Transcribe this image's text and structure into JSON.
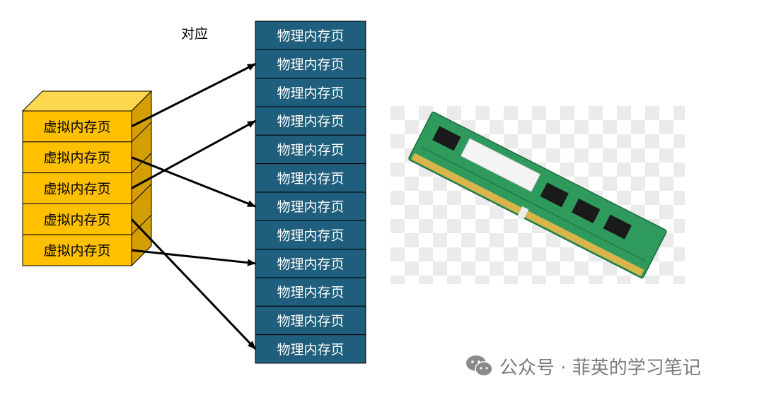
{
  "diagram": {
    "mapping_label": "对应",
    "virtual_pages": [
      "虚拟内存页",
      "虚拟内存页",
      "虚拟内存页",
      "虚拟内存页",
      "虚拟内存页"
    ],
    "physical_pages": [
      "物理内存页",
      "物理内存页",
      "物理内存页",
      "物理内存页",
      "物理内存页",
      "物理内存页",
      "物理内存页",
      "物理内存页",
      "物理内存页",
      "物理内存页",
      "物理内存页",
      "物理内存页"
    ],
    "mappings": [
      {
        "from": 0,
        "to": 1
      },
      {
        "from": 1,
        "to": 6
      },
      {
        "from": 2,
        "to": 3
      },
      {
        "from": 3,
        "to": 11
      },
      {
        "from": 4,
        "to": 8
      }
    ],
    "colors": {
      "virtual_fill": "#FFC000",
      "virtual_side": "#D39E00",
      "virtual_top": "#FFD84D",
      "physical_fill": "#1F5E7C",
      "arrow": "#000000"
    }
  },
  "image": {
    "icon": "ram-module-icon"
  },
  "watermark": {
    "icon": "wechat-icon",
    "text": "公众号 · 菲英的学习笔记"
  }
}
